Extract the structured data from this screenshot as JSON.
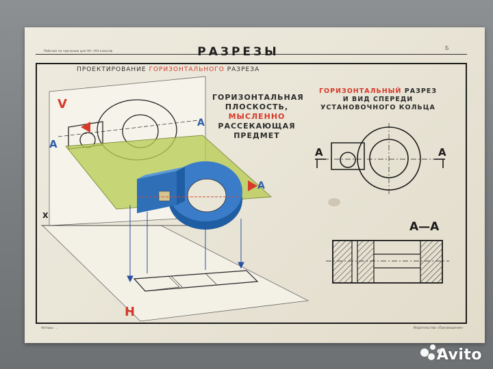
{
  "poster": {
    "top_note": "Рабочие по черчению для VII—VIII классов",
    "title": "РАЗРЕЗЫ",
    "subtitle_prefix": "ПРОЕКТИРОВАНИЕ ",
    "subtitle_highlight": "ГОРИЗОНТАЛЬНОГО",
    "subtitle_suffix": " РАЗРЕЗА",
    "center_line1": "ГОРИЗОНТАЛЬНАЯ",
    "center_line2": "ПЛОСКОСТЬ,",
    "center_line3_highlight": "МЫСЛЕННО",
    "center_line4": "РАССЕКАЮЩАЯ",
    "center_line5": "ПРЕДМЕТ",
    "right_line1_highlight": "ГОРИЗОНТАЛЬНЫЙ",
    "right_line1_suffix": " РАЗРЕЗ",
    "right_line2": "И ВИД СПЕРЕДИ",
    "right_line3": "УСТАНОВОЧНОГО КОЛЬЦА",
    "section_label": "А—А",
    "label_v": "V",
    "label_h": "H",
    "label_x": "X",
    "label_a_left": "А",
    "label_a_top": "А",
    "label_a_plane": "А",
    "label_a_view_left": "А",
    "label_a_view_right": "А",
    "page_corner_mark": "Б",
    "bottom_left_note": "Авторы: ...",
    "bottom_right_note": "Издательство «Просвещение»"
  },
  "watermark": {
    "brand": "Avito"
  },
  "colors": {
    "accent_red": "#d63a2b",
    "plane_green": "#b9cc55",
    "object_blue": "#2e6fb8",
    "ink": "#1b1b1b"
  }
}
